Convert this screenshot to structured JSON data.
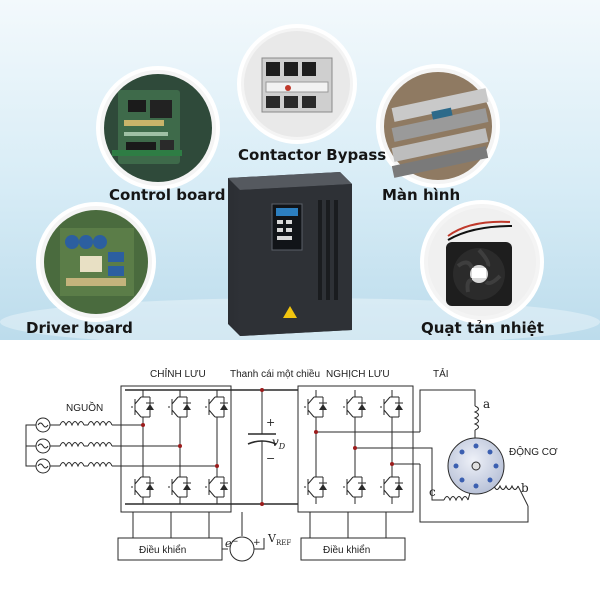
{
  "top_labels": {
    "control_board": "Control board",
    "contactor_bypass": "Contactor Bypass",
    "man_hinh": "Màn hình",
    "driver_board": "Driver board",
    "quat_tan_nhiet": "Quạt tản nhiệt"
  },
  "circuit": {
    "nguon": "NGUỒN",
    "chinh_luu": "CHỈNH LƯU",
    "thanh_cai": "Thanh cái một chiều",
    "nghich_luu": "NGHỊCH LƯU",
    "tai": "TẢI",
    "dong_co": "ĐỘNG CƠ",
    "phase_a": "a",
    "phase_b": "b",
    "phase_c": "c",
    "plus": "+",
    "minus": "−",
    "vd_v": "v",
    "vd_sub": "D",
    "vref_v": "V",
    "vref_sub": "REF",
    "e": "e",
    "dieu_khien_left": "Điều khiển",
    "dieu_khien_right": "Điều khiển"
  },
  "colors": {
    "background_sky": "#d7ecf6",
    "line": "#2a2a2a",
    "junction": "#9b1c1c",
    "cabinet": "#3a3d42"
  }
}
